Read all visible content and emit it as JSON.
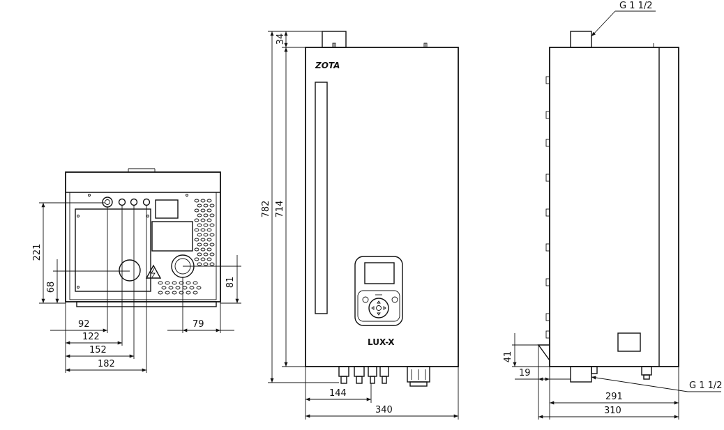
{
  "brand": "ZOTA",
  "model": "LUX-X",
  "bottom_view": {
    "dims": {
      "d221": "221",
      "d68": "68",
      "d81": "81",
      "d92": "92",
      "d122": "122",
      "d152": "152",
      "d182": "182",
      "d79": "79"
    }
  },
  "front_view": {
    "dims": {
      "d34": "34",
      "d782": "782",
      "d714": "714",
      "d144": "144",
      "d340": "340"
    }
  },
  "side_view": {
    "dims": {
      "d41": "41",
      "d19": "19",
      "d291": "291",
      "d310": "310"
    },
    "thread_top": "G 1 1/2",
    "thread_bottom": "G 1 1/2"
  }
}
